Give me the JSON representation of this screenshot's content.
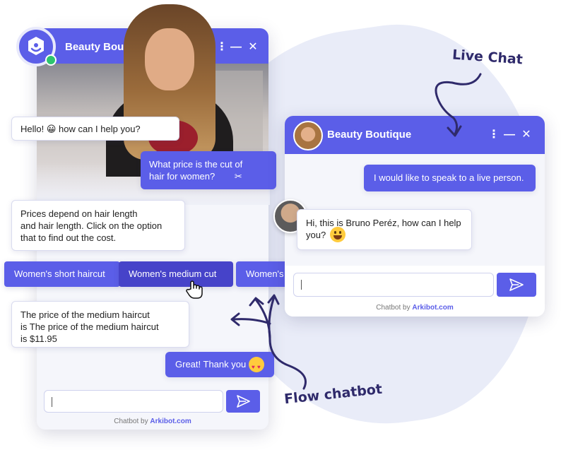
{
  "colors": {
    "accent": "#5b5ee8",
    "accent_dark": "#4643c9",
    "ink": "#2f2a6b",
    "online": "#2ec46f"
  },
  "labels": {
    "live_chat": "Live Chat",
    "flow_chatbot": "Flow chatbot"
  },
  "left_widget": {
    "title": "Beauty Boutic",
    "messages": {
      "greeting": "Hello! 😀 how can I help you?",
      "question_line1": "What price is the cut of",
      "question_line2": "hair for women?",
      "info_line1": "Prices depend on hair length",
      "info_line2": "and hair length. Click on the option",
      "info_line3": "that to find out the cost.",
      "answer_line1": "The price of the medium haircut",
      "answer_line2": "is  The price of the medium haircut",
      "answer_line3": "is $11.95",
      "thanks": "Great! Thank you"
    },
    "options": [
      "Women's short haircut",
      "Women's medium cut",
      "Women's long haircut"
    ],
    "footer_prefix": "Chatbot by ",
    "footer_brand": "Arkibot.com",
    "input_value": ""
  },
  "right_widget": {
    "title": "Beauty Boutique",
    "messages": {
      "user": "I would like to speak to a live person.",
      "agent_line1": "Hi, this is Bruno Peréz, how can I help",
      "agent_line2": "you?"
    },
    "footer_prefix": "Chatbot by ",
    "footer_brand": "Arkibot.com",
    "input_value": ""
  },
  "icons": {
    "menu": "kebab-menu-icon",
    "minimize": "minimize-icon",
    "close": "close-icon",
    "send": "send-icon",
    "cursor": "hand-pointer-icon",
    "emoji_smile": "smile-emoji-icon",
    "emoji_love": "heart-eyes-emoji-icon"
  }
}
